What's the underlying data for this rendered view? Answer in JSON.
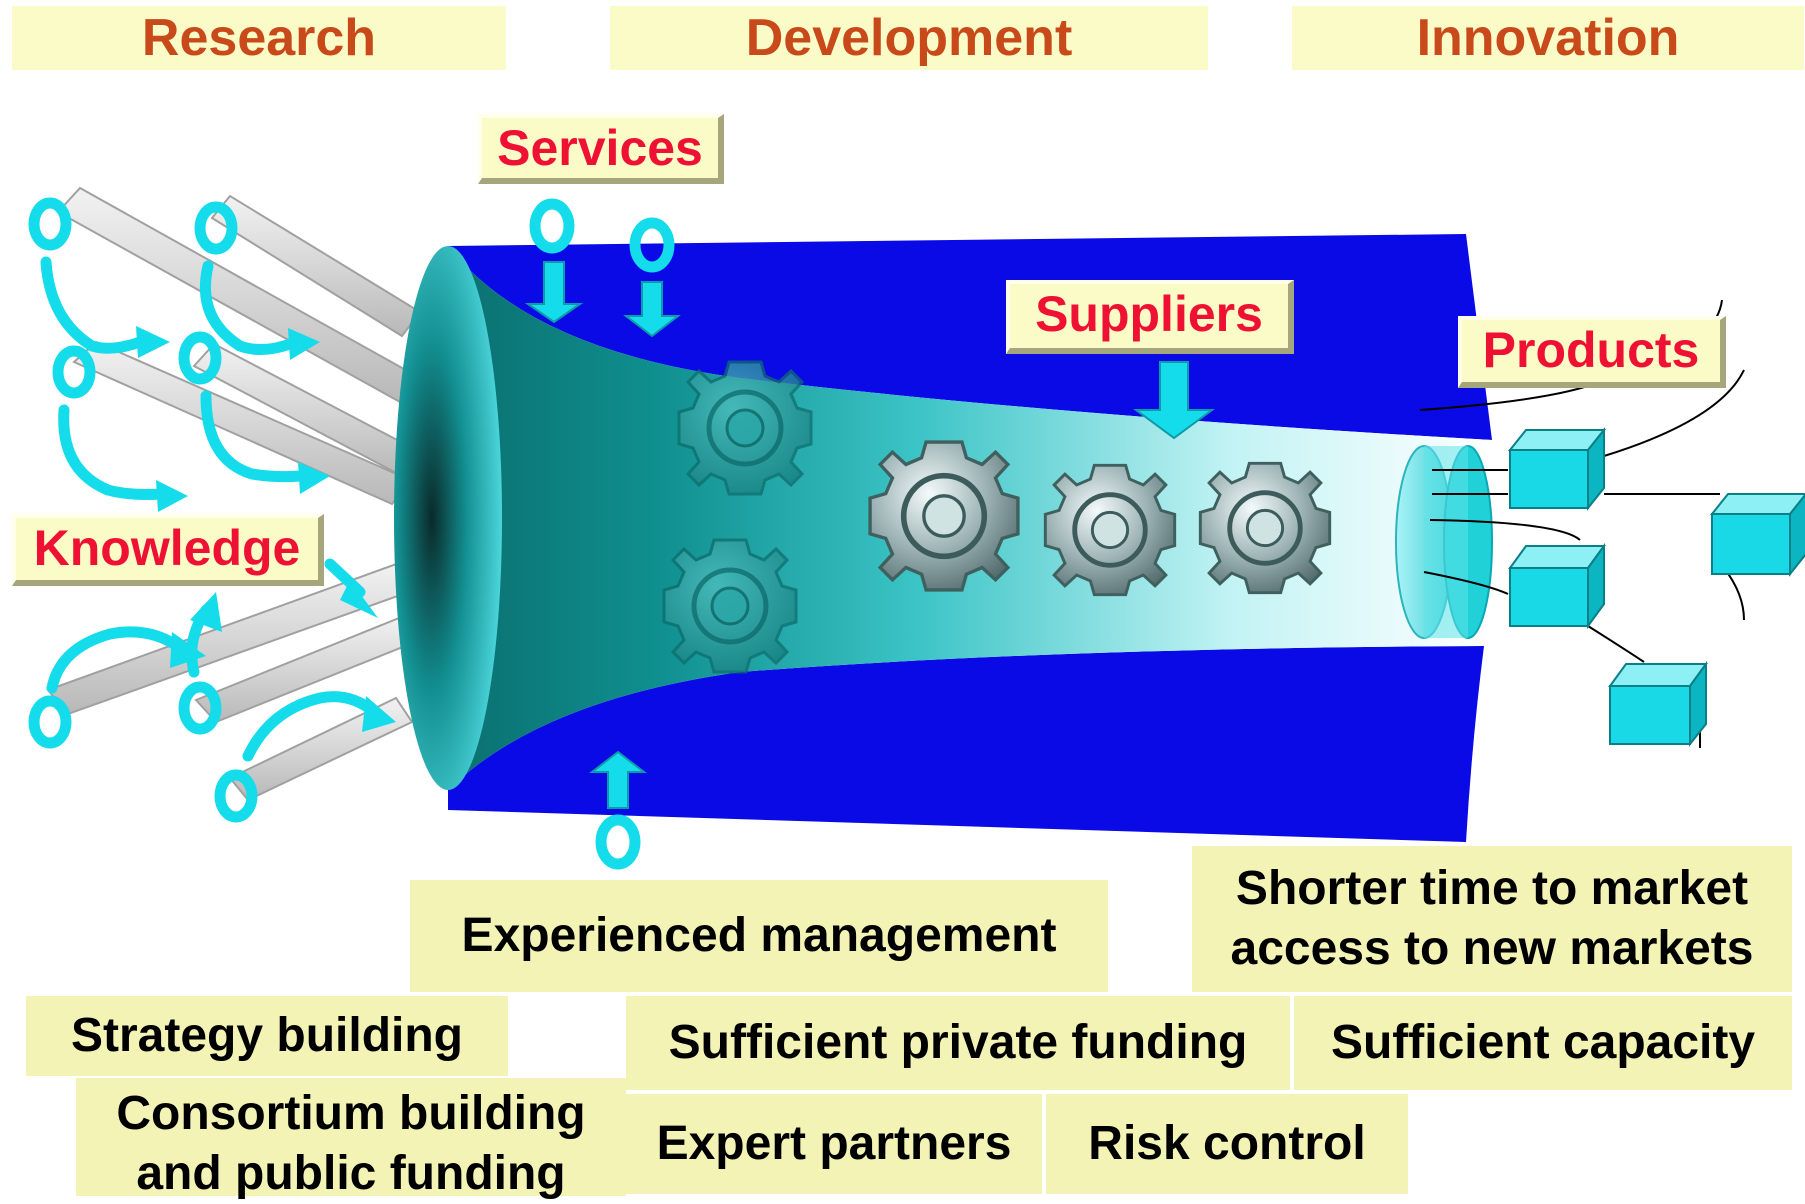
{
  "phases": {
    "research": "Research",
    "development": "Development",
    "innovation": "Innovation"
  },
  "callouts": {
    "services": "Services",
    "suppliers": "Suppliers",
    "products": "Products",
    "knowledge": "Knowledge"
  },
  "facts": {
    "experienced_management": "Experienced management",
    "time_to_market_line1": "Shorter time to market",
    "time_to_market_line2": "access to new markets",
    "strategy_building": "Strategy building",
    "consortium_line1": "Consortium building",
    "consortium_line2": "and public funding",
    "private_funding": "Sufficient private funding",
    "capacity": "Sufficient capacity",
    "expert_partners": "Expert partners",
    "risk_control": "Risk control"
  },
  "colors": {
    "funnel_blue": "#0a0ae6",
    "cyan": "#14dcea",
    "teal": "#0f8a8a",
    "label_bg": "#fbfbc7",
    "phase_text": "#c8491a",
    "callout_text": "#ee1133"
  },
  "icons": [
    "pipe-icon",
    "ring-icon",
    "curved-arrow-icon",
    "down-arrow-icon",
    "up-arrow-icon",
    "gear-icon",
    "cube-icon"
  ]
}
